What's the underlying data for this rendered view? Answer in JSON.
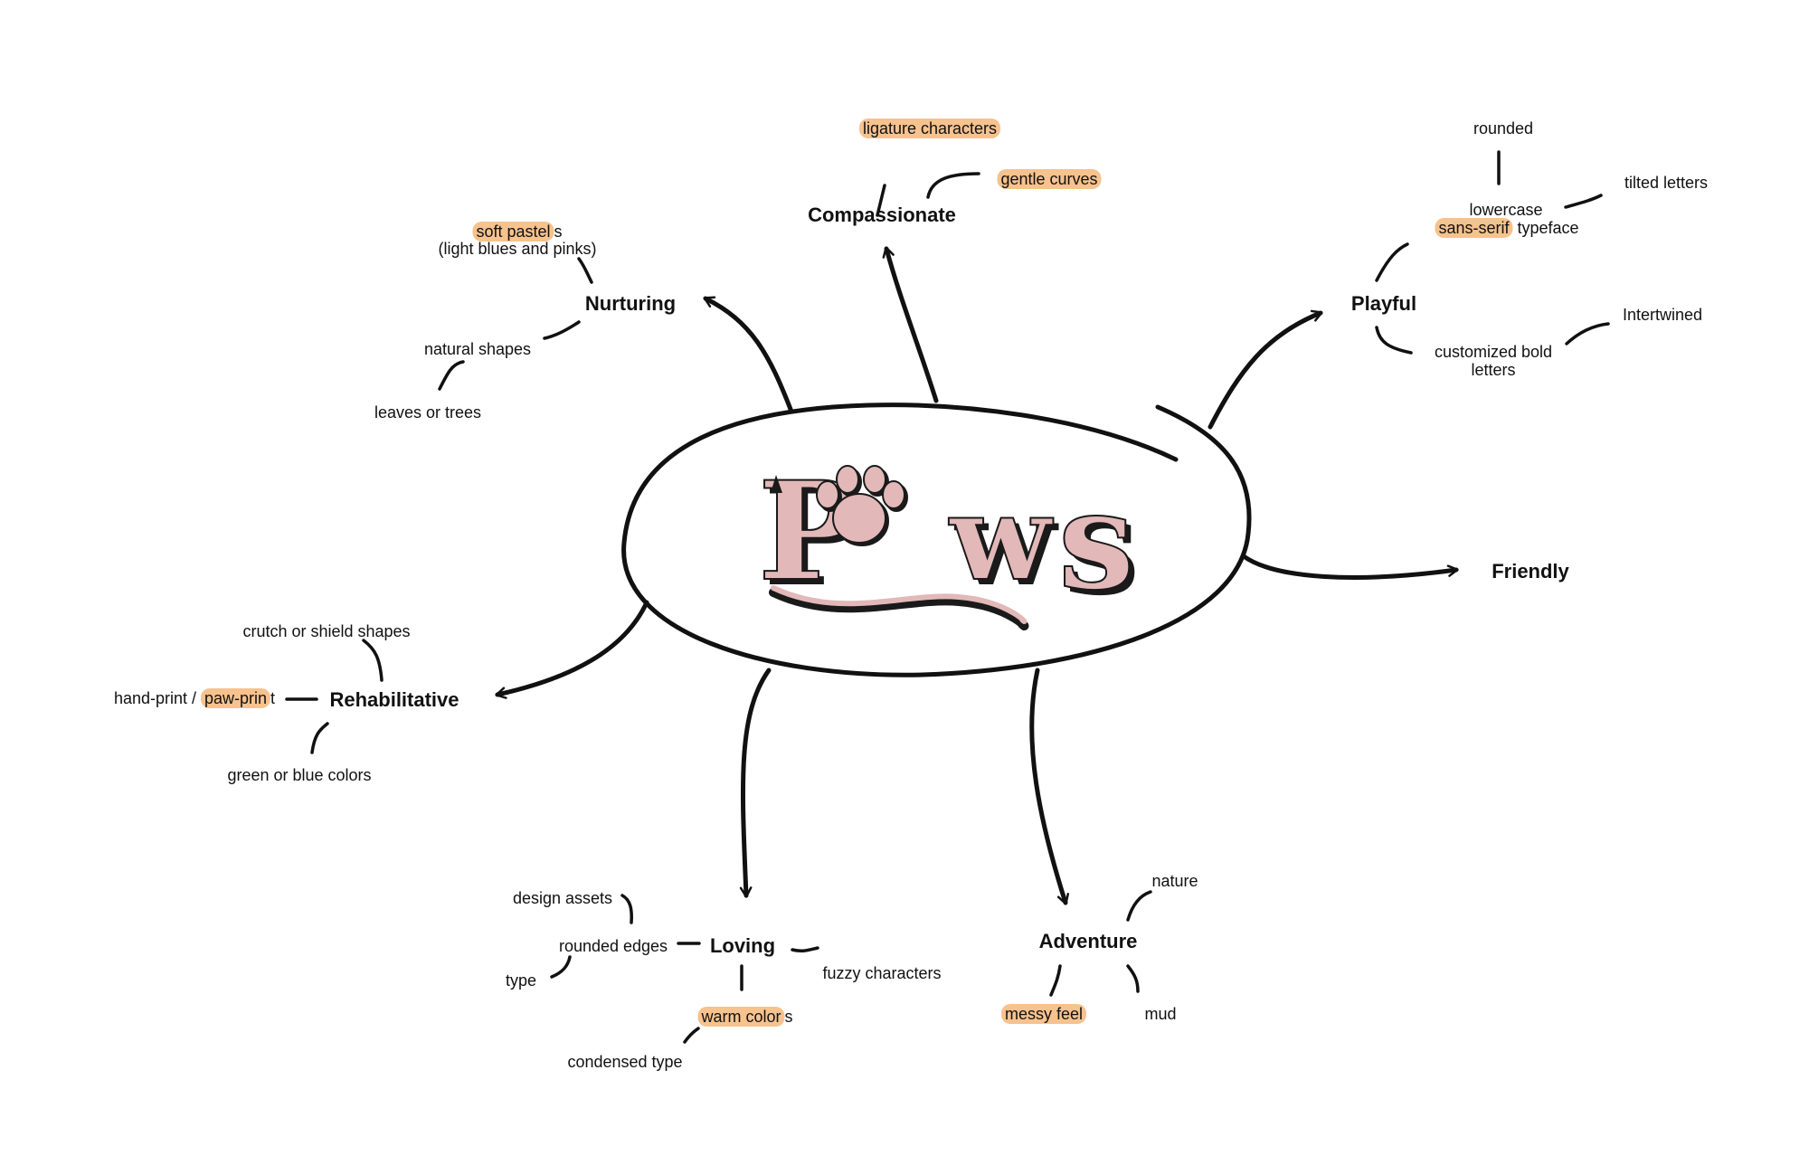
{
  "center": {
    "title": "PAWS"
  },
  "colors": {
    "highlight": "#f6c28e",
    "logo_fill": "#e3b8b8",
    "ink": "#111111"
  },
  "hubs": {
    "compassionate": "Compassionate",
    "nurturing": "Nurturing",
    "playful": "Playful",
    "friendly": "Friendly",
    "rehabilitative": "Rehabilitative",
    "loving": "Loving",
    "adventure": "Adventure"
  },
  "leaves": {
    "ligature_characters": "ligature characters",
    "gentle_curves": "gentle curves",
    "soft_pastels_hl": "soft pastel",
    "soft_pastels_rest": "s",
    "soft_pastels_line2": "(light blues and pinks)",
    "natural_shapes": "natural shapes",
    "leaves_or_trees": "leaves or trees",
    "rounded": "rounded",
    "tilted_letters": "tilted letters",
    "lowercase": "lowercase",
    "sans_serif_hl": "sans-serif",
    "typeface": " typeface",
    "intertwined": "Intertwined",
    "customized_bold_letters": "customized bold\nletters",
    "crutch_or_shield": "crutch or shield shapes",
    "hand_print": "hand-print / ",
    "paw_print_hl": "paw-prin",
    "paw_print_rest": "t",
    "green_or_blue": "green or blue colors",
    "design_assets": "design assets",
    "rounded_edges": "rounded edges",
    "type": "type",
    "fuzzy_characters": "fuzzy characters",
    "warm_colors_hl": "warm color",
    "warm_colors_rest": "s",
    "condensed_type": "condensed type",
    "nature": "nature",
    "messy_feel": "messy feel",
    "mud": "mud"
  }
}
